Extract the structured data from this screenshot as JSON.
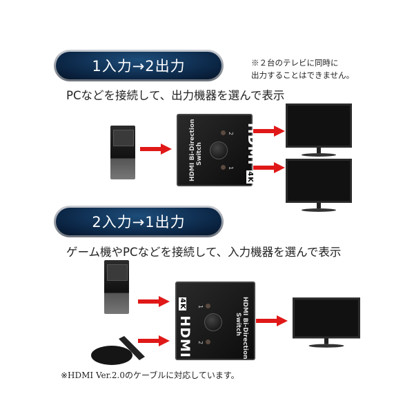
{
  "section1": {
    "title": "1入力→2出力",
    "note_line1": "※２台のテレビに同時に",
    "note_line2": "出力することはできません。",
    "subtitle": "PCなどを接続して、出力機器を選んで表示"
  },
  "section2": {
    "title": "2入力→1出力",
    "subtitle": "ゲーム機やPCなどを接続して、入力機器を選んで表示"
  },
  "switch": {
    "label1": "HDMI Bi-Direction",
    "label2": "Switch",
    "port1": "1",
    "port2": "2",
    "logo": "HDMI",
    "badge": "4K"
  },
  "footnote": "※HDMI Ver.2.0のケーブルに対応しています。",
  "colors": {
    "arrow": "#e01818",
    "banner": "#0b2544"
  }
}
